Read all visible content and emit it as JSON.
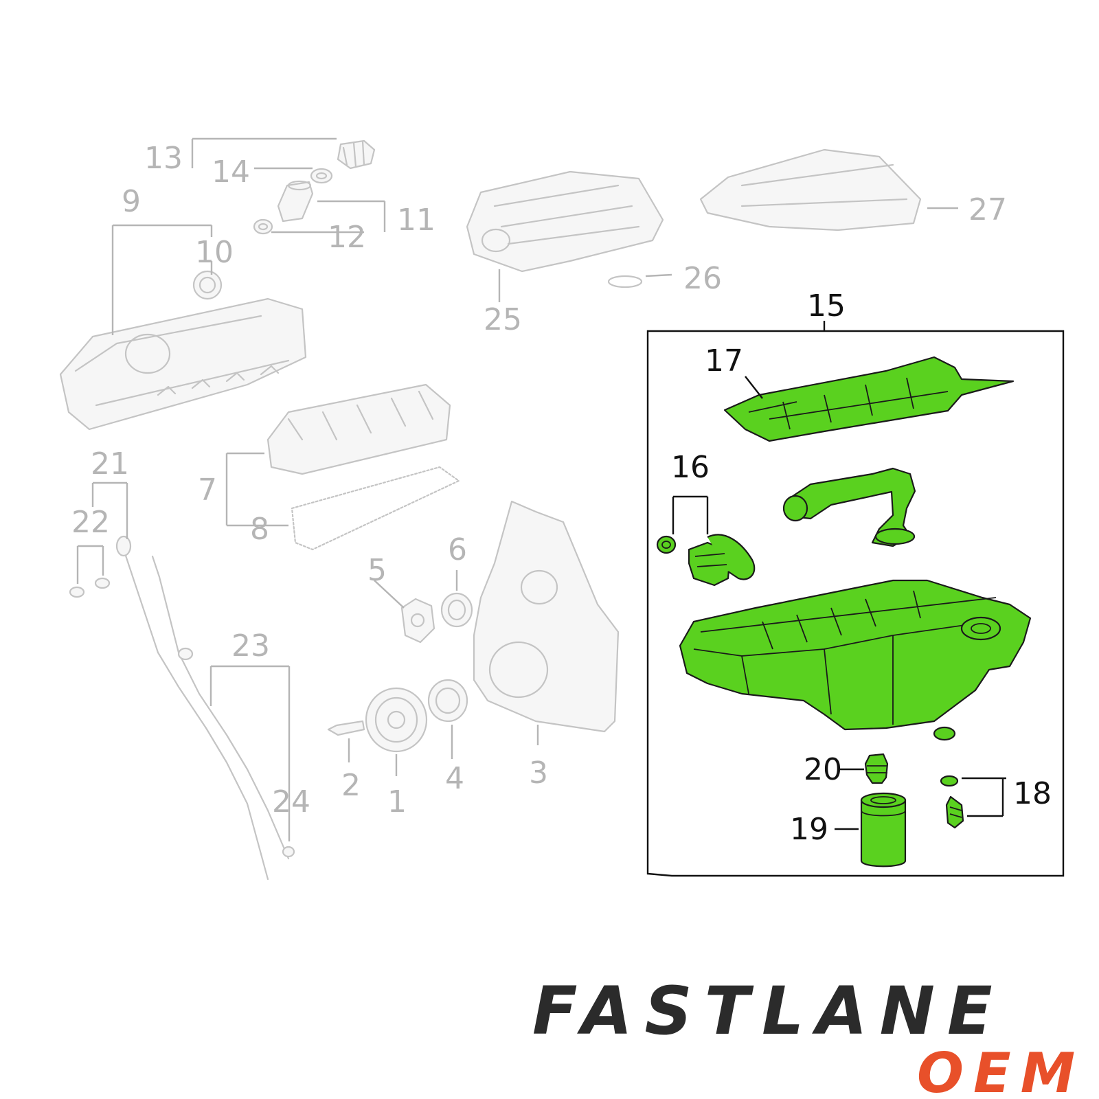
{
  "callouts": {
    "c1": "1",
    "c2": "2",
    "c3": "3",
    "c4": "4",
    "c5": "5",
    "c6": "6",
    "c7": "7",
    "c8": "8",
    "c9": "9",
    "c10": "10",
    "c11": "11",
    "c12": "12",
    "c13": "13",
    "c14": "14",
    "c15": "15",
    "c16": "16",
    "c17": "17",
    "c18": "18",
    "c19": "19",
    "c20": "20",
    "c21": "21",
    "c22": "22",
    "c23": "23",
    "c24": "24",
    "c25": "25",
    "c26": "26",
    "c27": "27"
  },
  "logo": {
    "main": "FASTLANE",
    "sub": "OEM"
  },
  "colors": {
    "highlight": "#5ad11f",
    "dimmed": "#b5b5b5",
    "brand_dark": "#2b2b2b",
    "brand_accent": "#e8502a"
  }
}
